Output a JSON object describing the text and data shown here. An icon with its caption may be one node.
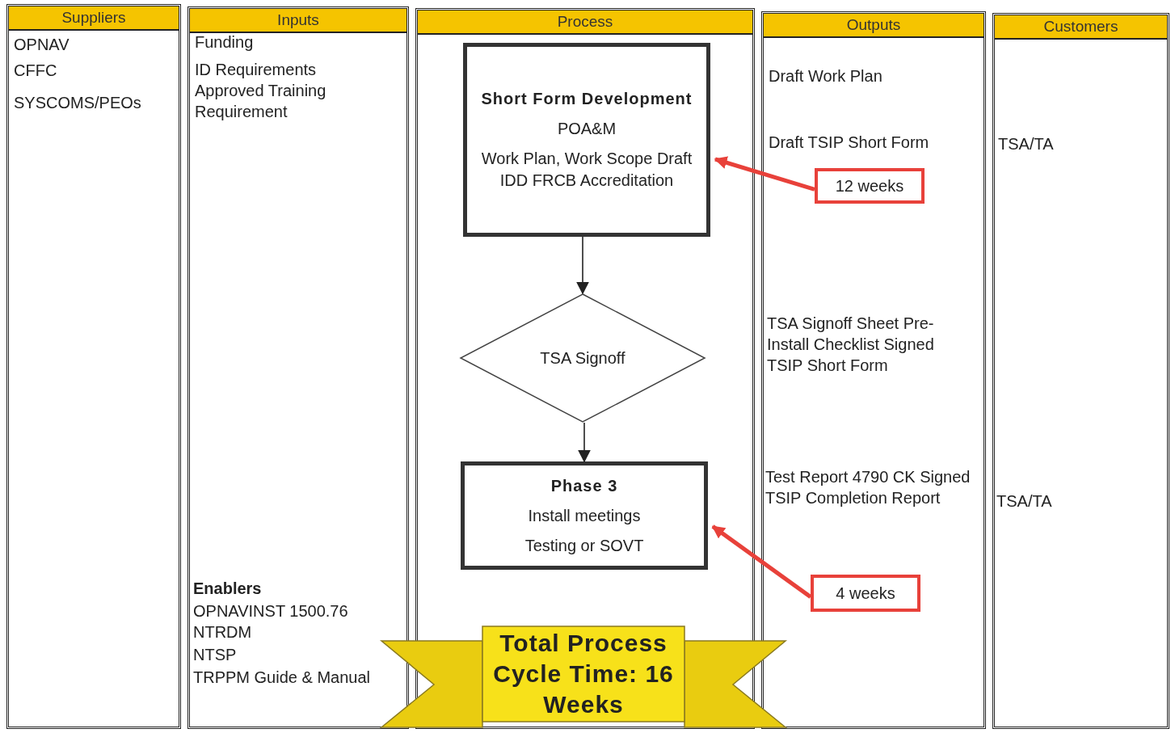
{
  "diagram": {
    "nodes": [
      {
        "text": [
          "Suppliers",
          "OPNAV",
          "CFFC",
          "SYSCOMS/PEOs"
        ]
      },
      {
        "text": [
          "Inputs",
          "Funding",
          "ID Requirements",
          "Approved Training Requirement",
          "Enablers",
          "OPNAVINST 1500.76",
          "NTRDM",
          "NTSP",
          "TRPPM Guide & Manual"
        ]
      },
      {
        "text": [
          "Process"
        ]
      },
      {
        "text": [
          "Short Form Development",
          "POA&M",
          "Work Plan, Work Scope Draft IDD FRCB Accreditation"
        ],
        "in": 2
      },
      {
        "text": [
          "TSA Signoff"
        ],
        "in": 2
      },
      {
        "text": [
          "Phase 3",
          "Install meetings",
          "Testing or SOVT"
        ],
        "in": 2
      },
      {
        "text": [
          "Total Process Cycle Time: 16 Weeks"
        ]
      },
      {
        "text": [
          "Outputs",
          "Draft Work Plan",
          "Draft TSIP Short Form",
          "TSA Signoff Sheet Pre-Install Checklist Signed TSIP Short Form",
          "Test Report 4790 CK Signed TSIP Completion Report"
        ]
      },
      {
        "text": [
          "12 weeks"
        ],
        "in": 7
      },
      {
        "text": [
          "4 weeks"
        ],
        "in": 7
      },
      {
        "text": [
          "Customers",
          "TSA/TA",
          "TSA/TA"
        ]
      }
    ],
    "edges": [
      {
        "from": 3,
        "to": 4,
        "arrow": "to"
      },
      {
        "from": 4,
        "to": 5,
        "arrow": "to"
      },
      {
        "from": 8,
        "to": 3,
        "arrow": "to",
        "style": "thick",
        "color": "#e8413a"
      },
      {
        "from": 9,
        "to": 5,
        "arrow": "to",
        "style": "thick",
        "color": "#e8413a"
      }
    ]
  }
}
